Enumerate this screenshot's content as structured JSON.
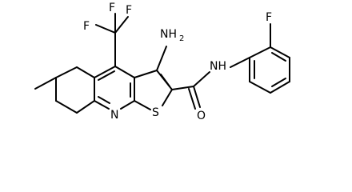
{
  "structure": {
    "atoms": {
      "f1": "F",
      "f2": "F",
      "f3": "F",
      "f4": "F",
      "nh2": "NH",
      "nh2_sub": "2",
      "amide_nh": "NH",
      "carbonyl_o": "O",
      "ring_n": "N",
      "ring_s": "S"
    }
  },
  "colors": {
    "ink": "#000000",
    "background": "#ffffff"
  }
}
